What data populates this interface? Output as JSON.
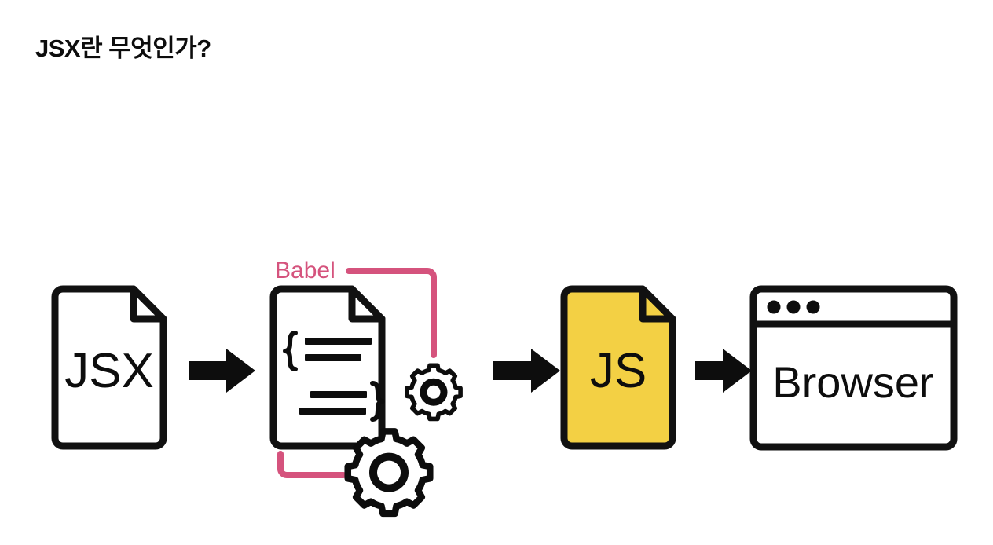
{
  "page": {
    "title": "JSX란 무엇인가?",
    "background_color": "#ffffff"
  },
  "colors": {
    "ink": "#0d0d0d",
    "stroke": "#111111",
    "babel_pink": "#d5537d",
    "js_yellow": "#f3d044",
    "paper_white": "#ffffff"
  },
  "diagram": {
    "type": "pipeline-flow",
    "description": "JSX file is compiled by Babel into a JS file which runs in the browser",
    "steps": [
      {
        "id": "jsx-file",
        "icon": "document-icon",
        "label": "JSX",
        "fill": "#ffffff"
      },
      {
        "id": "babel-compiler",
        "icon": "document-with-gears-icon",
        "label": "",
        "annotation": "Babel",
        "annotation_color": "#d5537d",
        "fill": "#ffffff",
        "gears": 2
      },
      {
        "id": "js-file",
        "icon": "document-icon",
        "label": "JS",
        "fill": "#f3d044"
      },
      {
        "id": "browser-window",
        "icon": "browser-window-icon",
        "label": "Browser",
        "fill": "#ffffff",
        "titlebar_dots": 3
      }
    ],
    "arrows": [
      {
        "id": "arrow-1",
        "from": "jsx-file",
        "to": "babel-compiler",
        "glyph": "right-arrow-icon"
      },
      {
        "id": "arrow-2",
        "from": "babel-compiler",
        "to": "js-file",
        "glyph": "right-arrow-icon"
      },
      {
        "id": "arrow-3",
        "from": "js-file",
        "to": "browser-window",
        "glyph": "right-arrow-icon"
      }
    ],
    "babel": {
      "label": "Babel",
      "color": "#d5537d",
      "brackets": 2
    }
  }
}
